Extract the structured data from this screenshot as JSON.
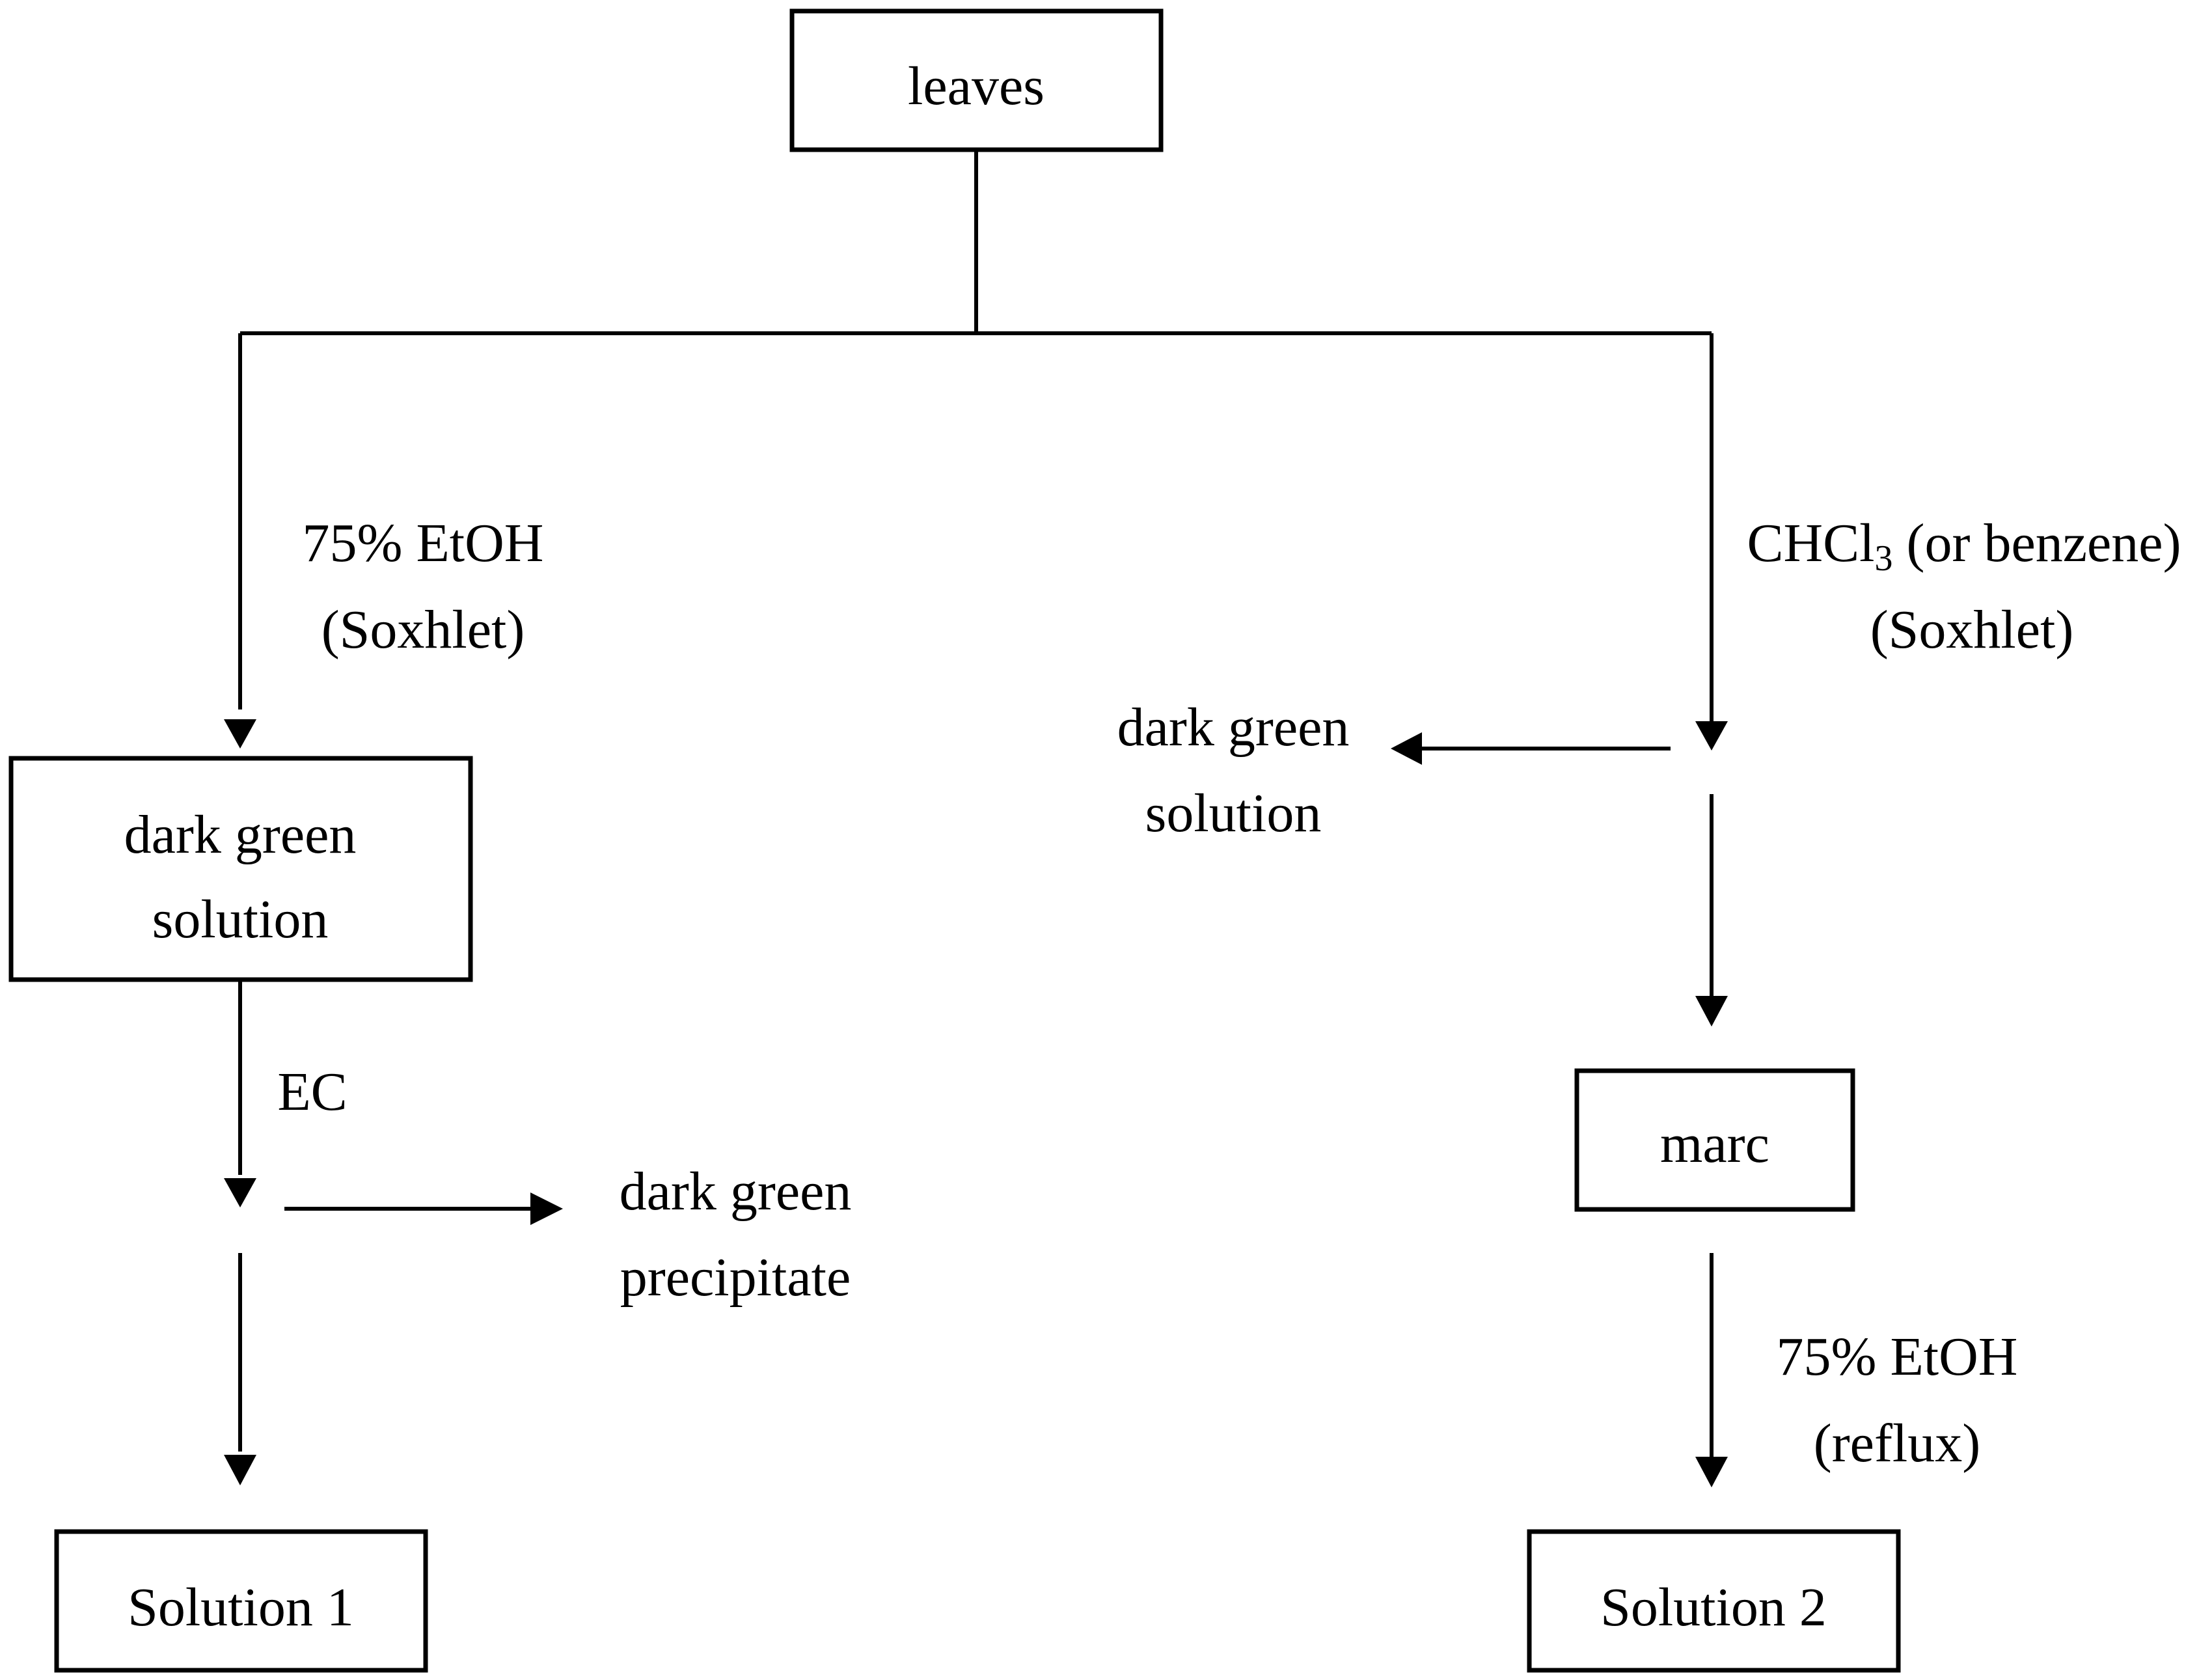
{
  "nodes": {
    "leaves": "leaves",
    "left_solution_line1": "dark green",
    "left_solution_line2": "solution",
    "solution1": "Solution 1",
    "marc": "marc",
    "solution2": "Solution 2"
  },
  "labels": {
    "left_step1_line1": "75% EtOH",
    "left_step1_line2": "(Soxhlet)",
    "ec": "EC",
    "precipitate_line1": "dark green",
    "precipitate_line2": "precipitate",
    "right_step1_main": "CHCl",
    "right_step1_sub": "3",
    "right_step1_rest": " (or benzene)",
    "right_step1_line2": "(Soxhlet)",
    "right_solution_line1": "dark green",
    "right_solution_line2": "solution",
    "right_step2_line1": "75% EtOH",
    "right_step2_line2": "(reflux)"
  }
}
